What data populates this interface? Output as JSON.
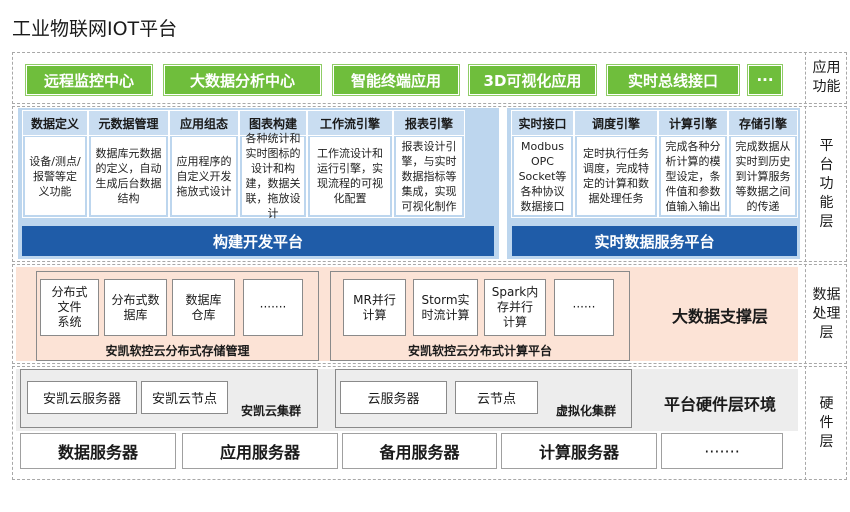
{
  "title": "工业物联网IOT平台",
  "side_labels": {
    "app": "应用\n功能",
    "platform": "平\n台\n功\n能\n层",
    "data": "数据\n处理\n层",
    "hardware": "硬\n件\n层"
  },
  "apps": [
    "远程监控中心",
    "大数据分析中心",
    "智能终端应用",
    "3D可视化应用",
    "实时总线接口",
    "···"
  ],
  "dev_blocks": [
    {
      "head": "数据定义",
      "body": "设备/测点/报警等定义功能"
    },
    {
      "head": "元数据管理",
      "body": "数据库元数据的定义，自动生成后台数据结构"
    },
    {
      "head": "应用组态",
      "body": "应用程序的自定义开发拖放式设计"
    },
    {
      "head": "图表构建",
      "body": "各种统计和实时图标的设计和构建，数据关联，拖放设计"
    },
    {
      "head": "工作流引擎",
      "body": "工作流设计和运行引擎，实现流程的可视化配置"
    },
    {
      "head": "报表引擎",
      "body": "报表设计引擎，与实时数据指标等集成，实现可视化制作"
    }
  ],
  "rt_blocks": [
    {
      "head": "实时接口",
      "body": "Modbus OPC Socket等各种协议数据接口"
    },
    {
      "head": "调度引擎",
      "body": "定时执行任务调度，完成特定的计算和数据处理任务"
    },
    {
      "head": "计算引擎",
      "body": "完成各种分析计算的模型设定，条件值和参数值输入输出"
    },
    {
      "head": "存储引擎",
      "body": "完成数据从实时到历史到计算服务等数据之间的传递"
    }
  ],
  "dev_platform": "构建开发平台",
  "rt_platform": "实时数据服务平台",
  "storage": {
    "cells": [
      "分布式\n文件\n系统",
      "分布式数\n据库",
      "数据库\n仓库",
      "·······"
    ],
    "caption": "安凯软控云分布式存储管理"
  },
  "compute": {
    "cells": [
      "MR并行\n计算",
      "Storm实\n时流计算",
      "Spark内\n存并行\n计算",
      "······"
    ],
    "caption": "安凯软控云分布式计算平台"
  },
  "bigdata_layer": "大数据支撑层",
  "cloud_cluster": {
    "cells": [
      "安凯云服务器",
      "安凯云节点"
    ],
    "caption": "安凯云集群"
  },
  "virtual_cluster": {
    "cells": [
      "云服务器",
      "云节点"
    ],
    "caption": "虚拟化集群"
  },
  "hardware_env": "平台硬件层环境",
  "servers": [
    "数据服务器",
    "应用服务器",
    "备用服务器",
    "计算服务器",
    "·······"
  ]
}
